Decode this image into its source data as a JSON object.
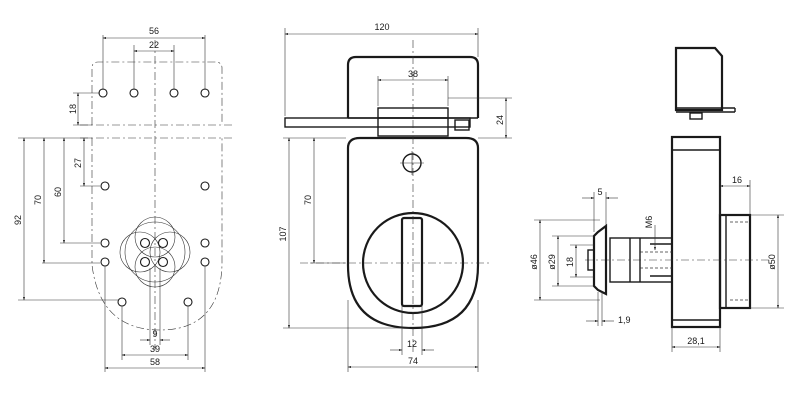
{
  "dimensions": {
    "front": {
      "d56": "56",
      "d22": "22",
      "d18": "18",
      "d92": "92",
      "d70": "70",
      "d60": "60",
      "d27": "27",
      "d9": "9",
      "d39": "39",
      "d58": "58"
    },
    "middle": {
      "d120": "120",
      "d38": "38",
      "d24": "24",
      "d107": "107",
      "d70": "70",
      "d12": "12",
      "d74": "74"
    },
    "side": {
      "d5": "5",
      "dM6": "M6",
      "d16": "16",
      "d46": "ø46",
      "d29": "ø29",
      "d18": "18",
      "d50": "ø50",
      "d19": "1,9",
      "d281": "28,1"
    }
  }
}
